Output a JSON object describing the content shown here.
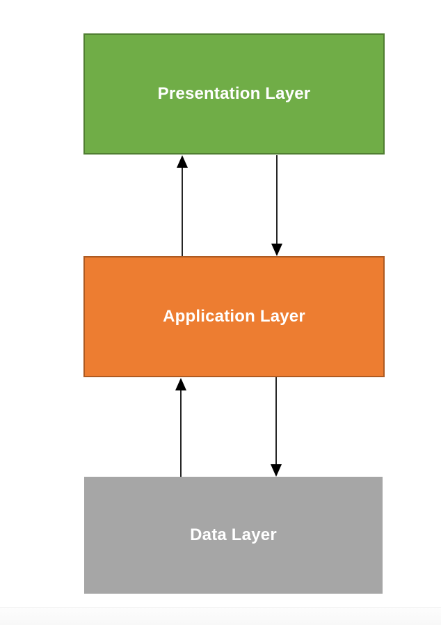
{
  "diagram": {
    "type": "layered-architecture",
    "layers": [
      {
        "id": "presentation",
        "label": "Presentation Layer",
        "fill": "#70AD47",
        "border": "#507E32",
        "text_color": "#FFFFFF"
      },
      {
        "id": "application",
        "label": "Application Layer",
        "fill": "#ED7D31",
        "border": "#AE5A21",
        "text_color": "#FFFFFF"
      },
      {
        "id": "data",
        "label": "Data Layer",
        "fill": "#A6A6A6",
        "border": "none",
        "text_color": "#FFFFFF"
      }
    ],
    "connections": [
      {
        "from": "application",
        "to": "presentation",
        "direction": "up",
        "style": "solid-black-arrow"
      },
      {
        "from": "presentation",
        "to": "application",
        "direction": "down",
        "style": "solid-black-arrow"
      },
      {
        "from": "data",
        "to": "application",
        "direction": "up",
        "style": "solid-black-arrow"
      },
      {
        "from": "application",
        "to": "data",
        "direction": "down",
        "style": "solid-black-arrow"
      }
    ],
    "arrow_color": "#000000",
    "background_color": "#FFFFFF"
  }
}
